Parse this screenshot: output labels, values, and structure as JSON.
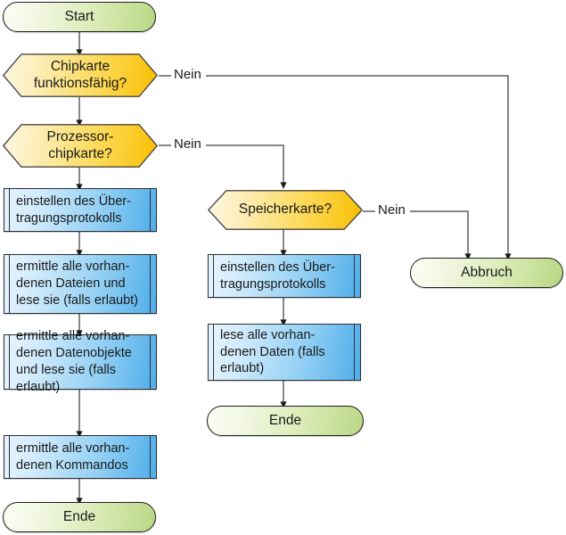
{
  "diagram": {
    "title": "Chipkarten-Ablaufdiagramm",
    "colors": {
      "terminal_fill_light": "#fbfdf4",
      "terminal_fill_dark": "#b9d884",
      "decision_fill_light": "#fdf7e2",
      "decision_fill_dark": "#f9bf02",
      "process_fill_light": "#e7f4fe",
      "process_fill_dark": "#4fadea",
      "stroke": "#1d1d1d",
      "connector": "#5a5f66",
      "text": "#1a1a1a"
    }
  },
  "nodes": {
    "start": {
      "label": "Start",
      "type": "terminal"
    },
    "d_chipkarte": {
      "label": "Chipkarte\nfunktionsfähig?",
      "line1": "Chipkarte",
      "line2": "funktionsfähig?",
      "type": "decision"
    },
    "d_prozessor": {
      "label": "Prozessor-\nchipkarte?",
      "line1": "Prozessor-",
      "line2": "chipkarte?",
      "type": "decision"
    },
    "d_speicher": {
      "label": "Speicherkarte?",
      "line1": "Speicherkarte?",
      "type": "decision"
    },
    "p_left_1": {
      "label": "einstellen des Über-\ntragungsprotokolls",
      "type": "process"
    },
    "p_left_2": {
      "label": "ermittle alle vorhan-\ndenen Dateien und\nlese sie (falls erlaubt)",
      "type": "process"
    },
    "p_left_3": {
      "label": "ermittle alle vorhan-\ndenen Datenobjekte\nund lese sie (falls\nerlaubt)",
      "type": "process"
    },
    "p_left_4": {
      "label": "ermittle alle vorhan-\ndenen Kommandos",
      "type": "process"
    },
    "p_mid_1": {
      "label": "einstellen des Über-\ntragungsprotokolls",
      "type": "process"
    },
    "p_mid_2": {
      "label": "lese alle vorhan-\ndenen Daten (falls\nerlaubt)",
      "type": "process"
    },
    "end_left": {
      "label": "Ende",
      "type": "terminal"
    },
    "end_mid": {
      "label": "Ende",
      "type": "terminal"
    },
    "abbruch": {
      "label": "Abbruch",
      "type": "terminal"
    }
  },
  "edge_labels": {
    "nein_chipkarte": "Nein",
    "nein_prozessor": "Nein",
    "nein_speicher": "Nein"
  }
}
